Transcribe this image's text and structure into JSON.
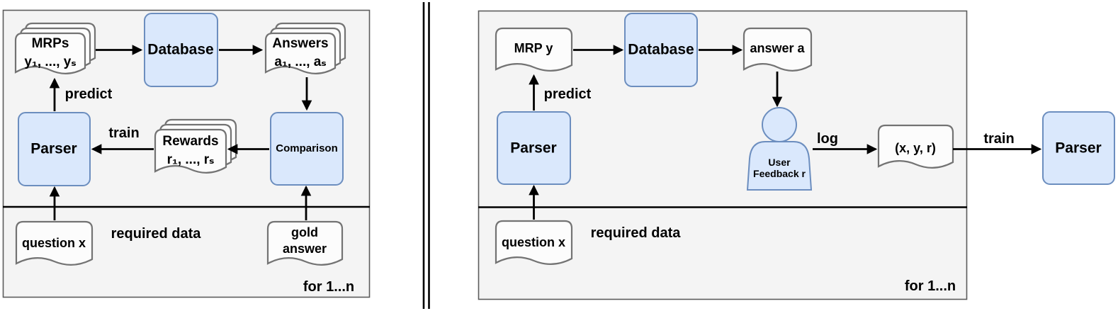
{
  "colors": {
    "panel_bg": "#f4f4f4",
    "panel_border": "#5c5c5c",
    "node_fill": "#dae8fc",
    "node_border": "#6c8ebf",
    "doc_fill": "#fcfcfc",
    "doc_border": "#737373",
    "arrow": "#000000",
    "text": "#000000"
  },
  "left_panel": {
    "mrps_title": "MRPs",
    "mrps_sub": "y₁, ..., yₛ",
    "database": "Database",
    "answers_title": "Answers",
    "answers_sub": "a₁, ..., aₛ",
    "parser": "Parser",
    "rewards_title": "Rewards",
    "rewards_sub": "r₁, ..., rₛ",
    "comparison": "Comparison",
    "question": "question x",
    "gold_answer": "gold answer",
    "predict": "predict",
    "train": "train",
    "required_data": "required data",
    "loop": "for 1...n"
  },
  "right_panel": {
    "mrp": "MRP y",
    "database": "Database",
    "answer": "answer a",
    "parser": "Parser",
    "user_feedback": "User Feedback r",
    "tuple": "(x, y, r)",
    "question": "question x",
    "predict": "predict",
    "log": "log",
    "train": "train",
    "required_data": "required data",
    "loop": "for 1...n"
  },
  "external": {
    "parser": "Parser"
  }
}
